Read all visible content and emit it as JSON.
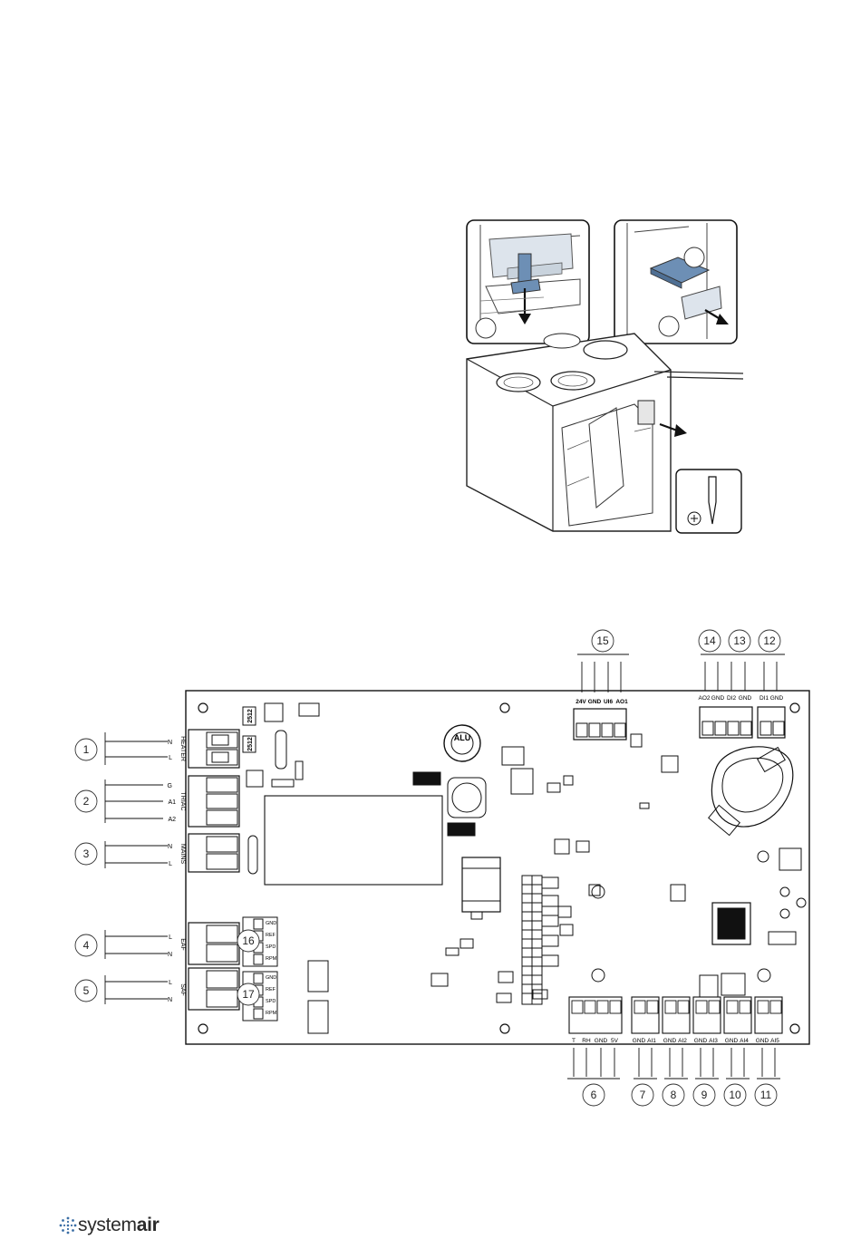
{
  "connectors": {
    "heater": {
      "title": "HEATER",
      "pins": [
        "N",
        "L"
      ]
    },
    "triac": {
      "title": "TRIAC",
      "pins": [
        "G",
        "A1",
        "A2"
      ]
    },
    "mains": {
      "title": "MAINS",
      "pins": [
        "N",
        "L"
      ]
    },
    "eaf": {
      "title": "EAF",
      "pins": [
        "L",
        "N"
      ]
    },
    "saf": {
      "title": "SAF",
      "pins": [
        "L",
        "N"
      ]
    },
    "fan_signal": [
      "GND",
      "REF",
      "SPD",
      "RPM"
    ],
    "top_15": [
      "24V",
      "GND",
      "UI6",
      "AO1"
    ],
    "top_14_13": [
      "AO2",
      "GND",
      "DI2",
      "GND"
    ],
    "top_12": [
      "DI1",
      "GND"
    ],
    "bottom_6": [
      "T",
      "RH",
      "GND",
      "5V"
    ],
    "bottom_7": [
      "GND",
      "AI1"
    ],
    "bottom_8": [
      "GND",
      "AI2"
    ],
    "bottom_9": [
      "GND",
      "AI3"
    ],
    "bottom_10": [
      "GND",
      "AI4"
    ],
    "bottom_11": [
      "GND",
      "AI5"
    ]
  },
  "callouts": {
    "c1": "1",
    "c2": "2",
    "c3": "3",
    "c4": "4",
    "c5": "5",
    "c6": "6",
    "c7": "7",
    "c8": "8",
    "c9": "9",
    "c10": "10",
    "c11": "11",
    "c12": "12",
    "c13": "13",
    "c14": "14",
    "c15": "15",
    "c16": "16",
    "c17": "17"
  },
  "chip_labels": {
    "alu": "ALU",
    "chip_a": "2512",
    "chip_b": "2512"
  },
  "brand": {
    "name_light": "system",
    "name_bold": "air"
  },
  "colors": {
    "part_blue": "#6d8fb5",
    "line": "#1a1a1a"
  }
}
